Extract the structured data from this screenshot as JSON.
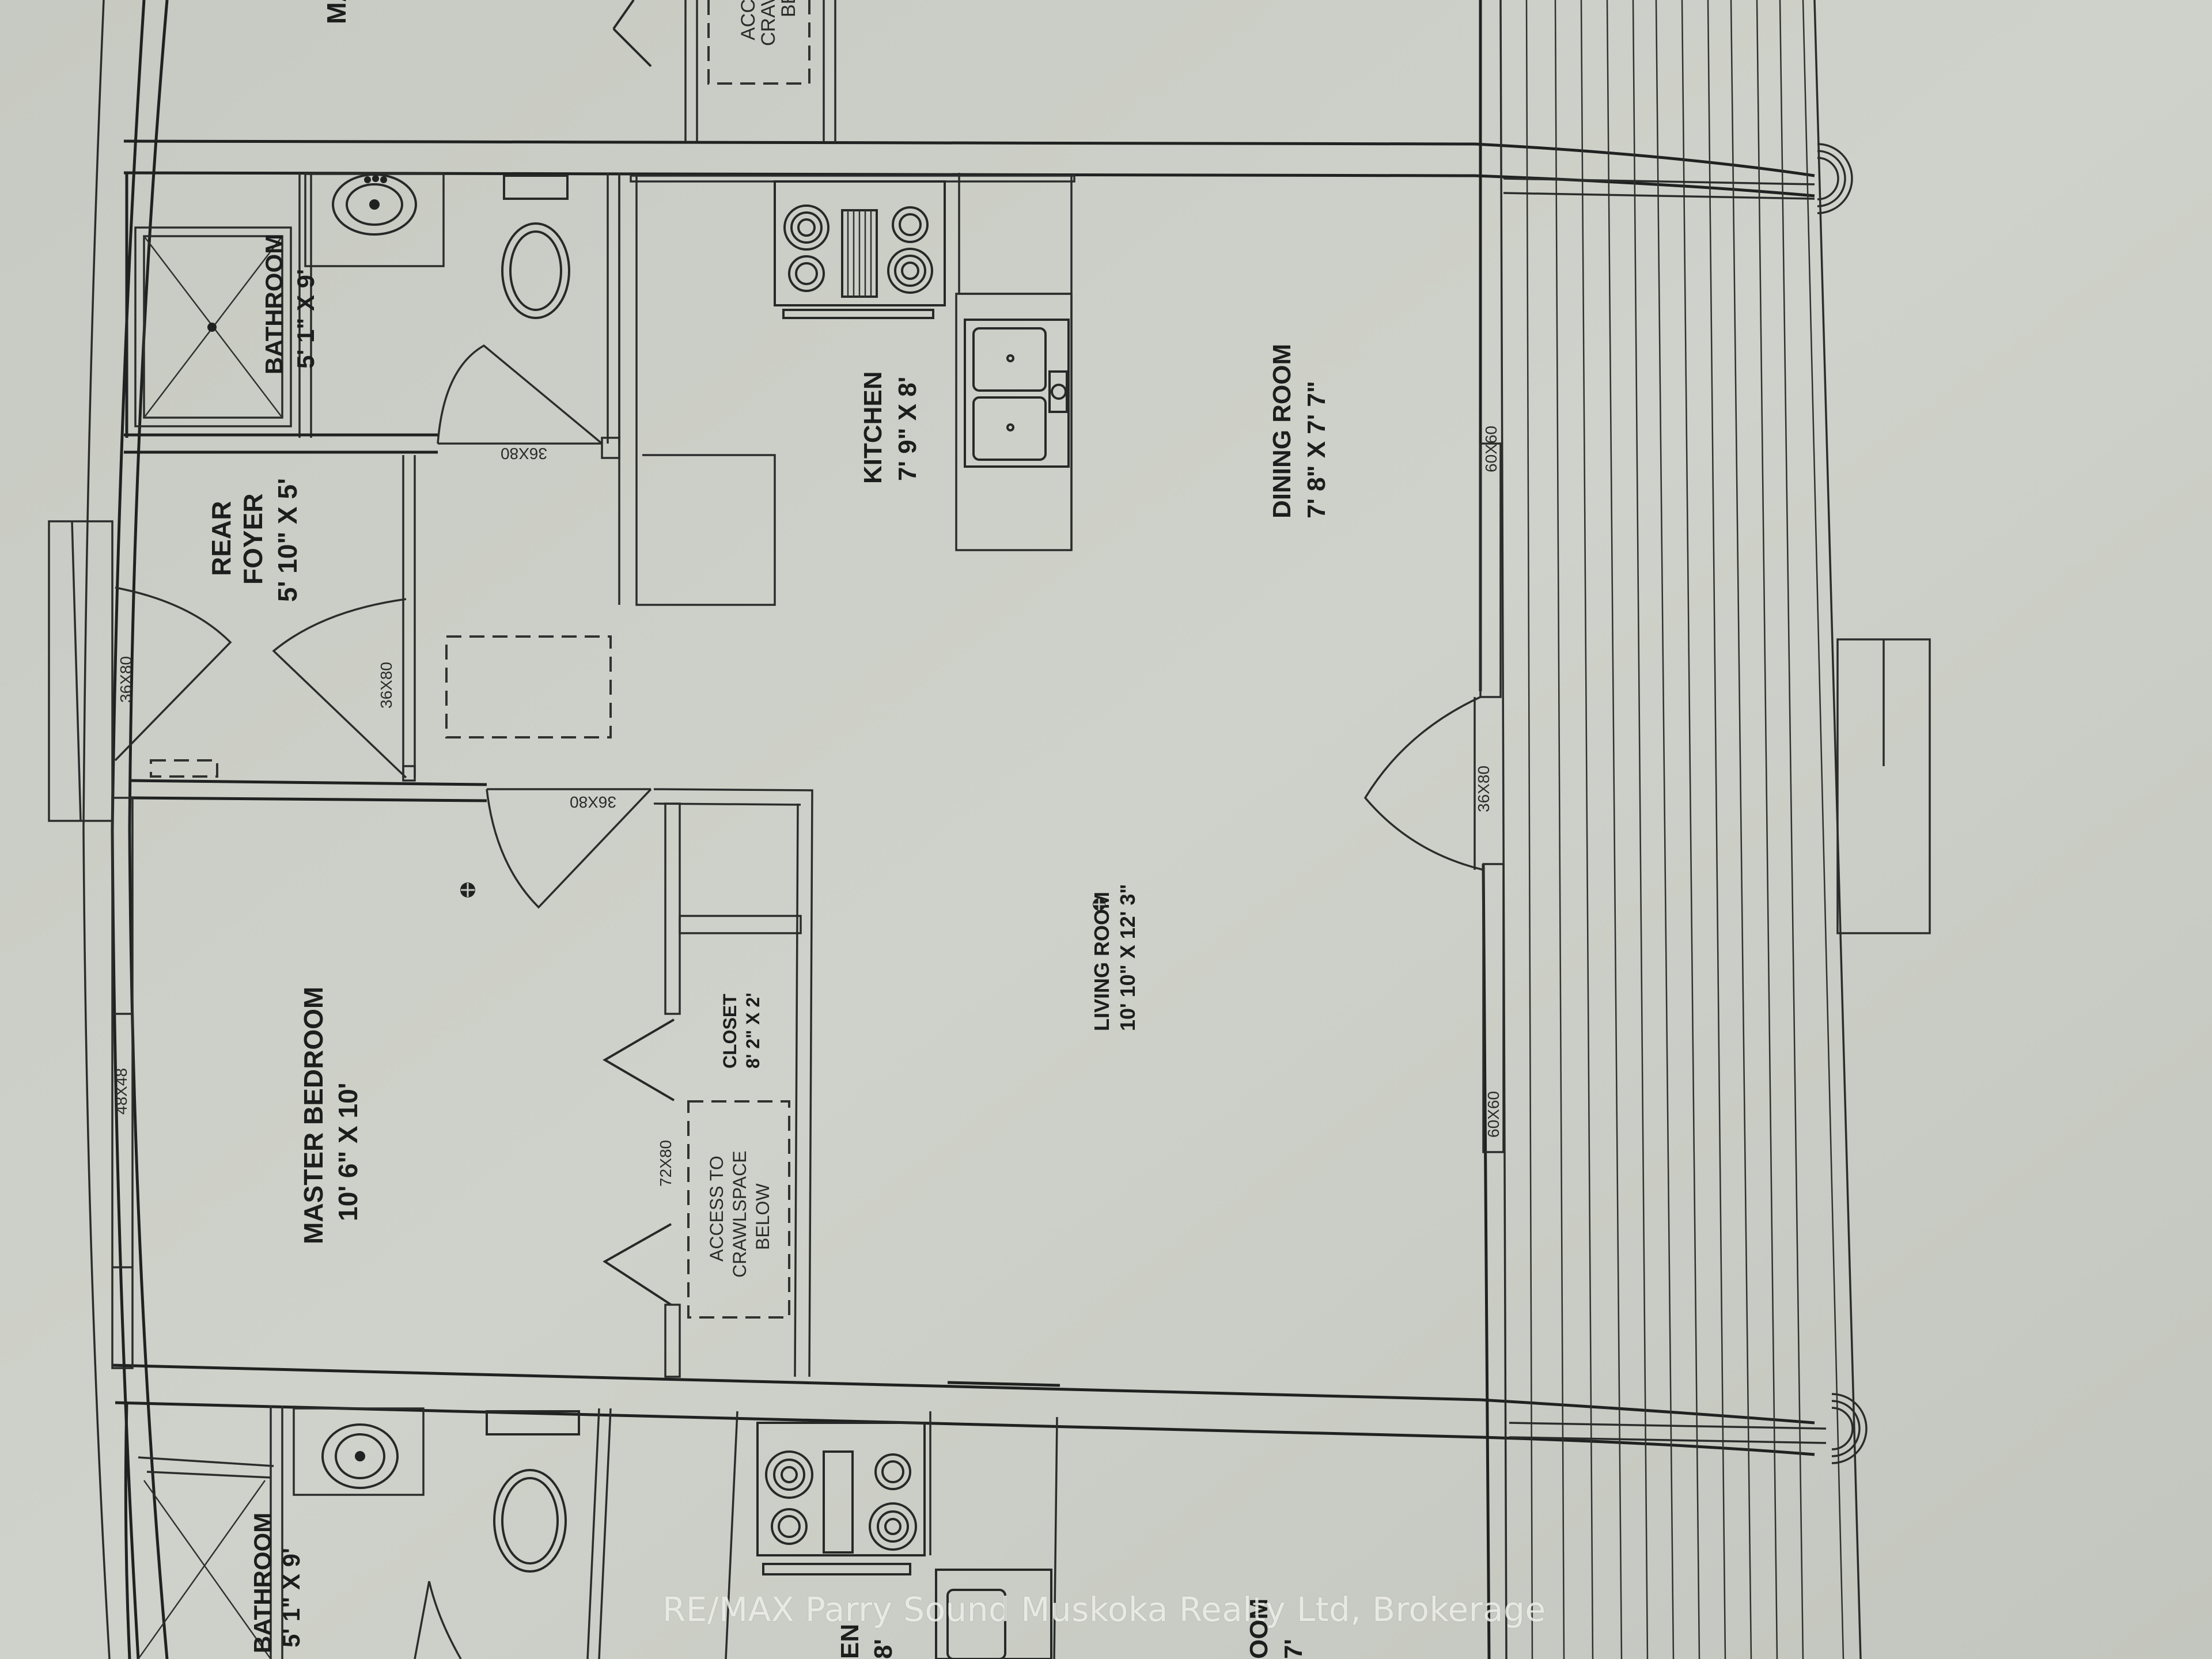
{
  "plan": {
    "orientation": "rotated 90 degrees clockwise (text reads bottom-to-top)",
    "rooms": [
      {
        "id": "bathroom-top",
        "name": "BATHROOM",
        "dims": "5' 1\" X 9'"
      },
      {
        "id": "rear-foyer",
        "name_line1": "REAR",
        "name_line2": "FOYER",
        "dims": "5' 10\" X 5'"
      },
      {
        "id": "kitchen",
        "name": "KITCHEN",
        "dims": "7' 9\" X 8'"
      },
      {
        "id": "dining-room",
        "name": "DINING ROOM",
        "dims": "7' 8\" X 7' 7\""
      },
      {
        "id": "master-bedroom",
        "name": "MASTER BEDROOM",
        "dims": "10' 6\" X 10'"
      },
      {
        "id": "closet",
        "name": "CLOSET",
        "dims": "8' 2\" X 2'"
      },
      {
        "id": "living-room",
        "name": "LIVING ROOM",
        "dims": "10' 10\" X 12' 3\""
      },
      {
        "id": "bathroom-bottom",
        "name": "BATHROOM",
        "dims": "5' 1\" X 9'"
      }
    ],
    "notes": {
      "crawlspace_line1": "ACCESS TO",
      "crawlspace_line2": "CRAWLSPACE",
      "crawlspace_line3": "BELOW",
      "crawlspace_top_partial_1": "ACC",
      "crawlspace_top_partial_2": "CRAV",
      "crawlspace_top_partial_3": "BE",
      "top_partial_room": "MA",
      "bottom_partial_kitchen_1": "EN",
      "bottom_partial_kitchen_2": "8'",
      "bottom_partial_room_1": "OOM",
      "bottom_partial_room_2": "7'"
    },
    "doors": {
      "rear_exterior": "36X80",
      "rear_foyer_interior": "36X80",
      "bathroom": "36X80",
      "bedroom": "36X80",
      "closet_bifold": "72X80",
      "living_deck": "36X80"
    },
    "windows": {
      "bedroom": "48X48",
      "dining": "60X60",
      "living": "60X60"
    }
  },
  "watermark": "RE/MAX Parry Sound Muskoka Realty Ltd, Brokerage"
}
